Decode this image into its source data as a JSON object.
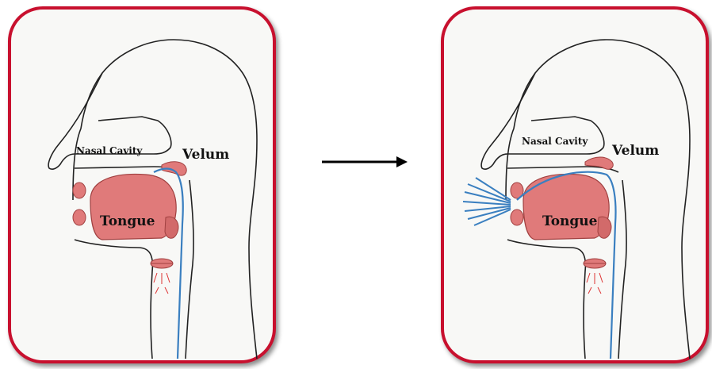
{
  "panels": [
    {
      "labels": {
        "nasal_cavity": "Nasal Cavity",
        "velum": "Velum",
        "tongue": "Tongue"
      }
    },
    {
      "labels": {
        "nasal_cavity": "Nasal Cavity",
        "velum": "Velum",
        "tongue": "Tongue"
      }
    }
  ],
  "colors": {
    "frame": "#c8102e",
    "tissue": "#e07a7a",
    "airflow": "#3a7fc0",
    "outline": "#222222"
  }
}
